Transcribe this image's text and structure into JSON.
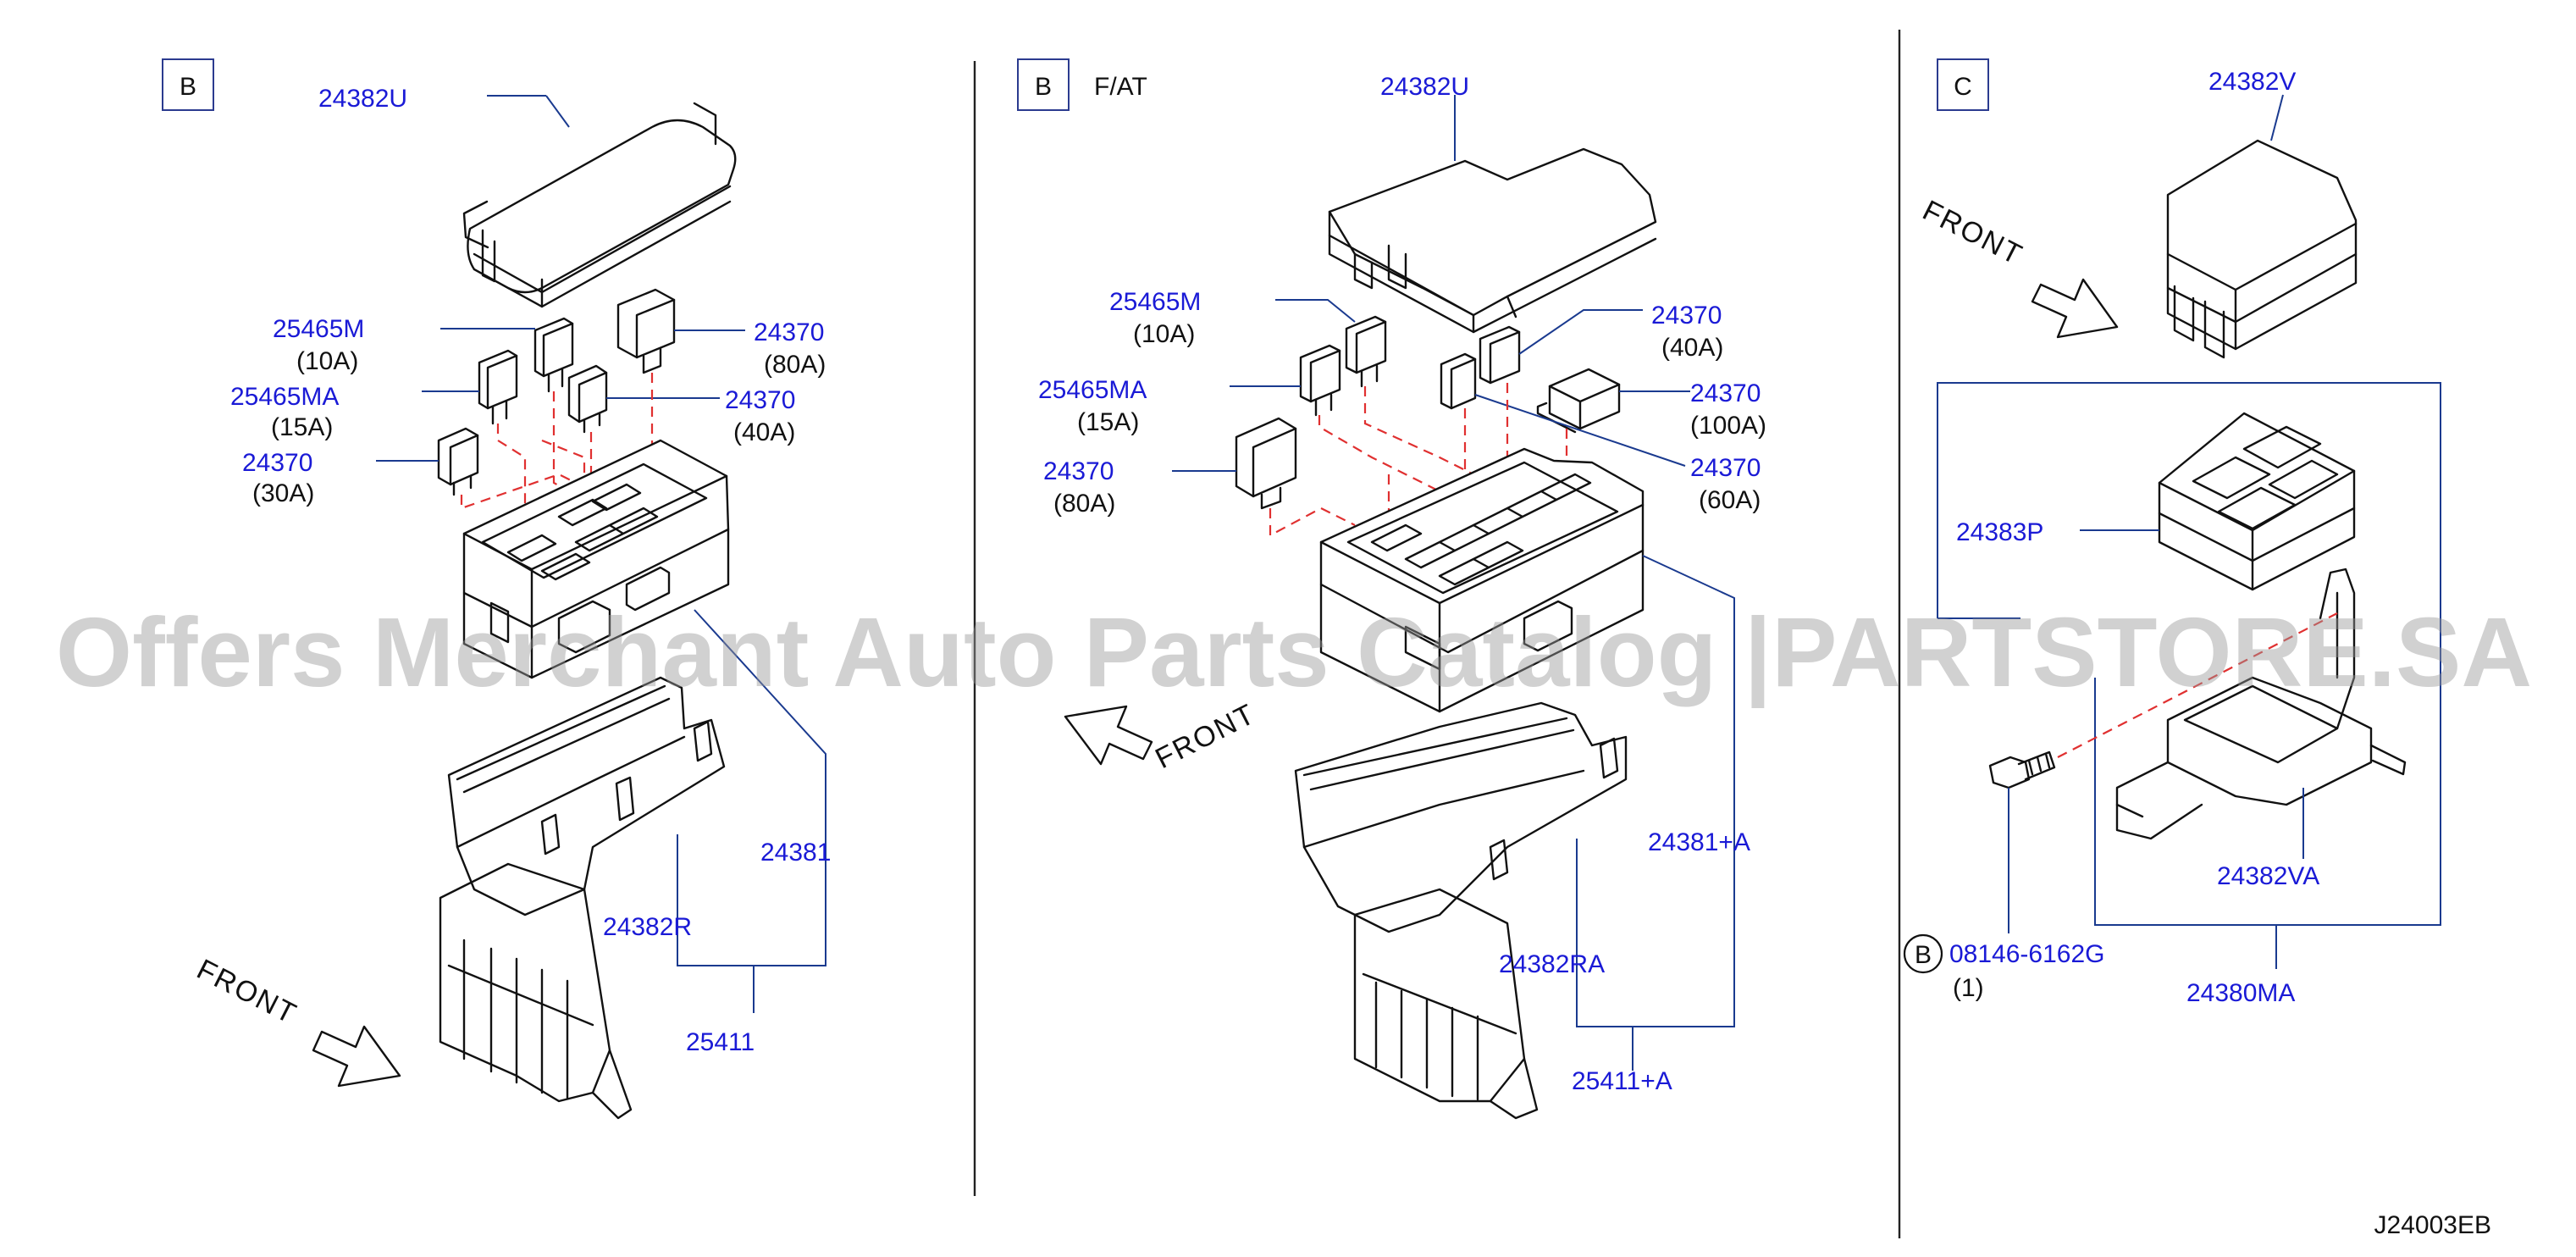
{
  "sections": {
    "left": {
      "tag": "B",
      "note": ""
    },
    "middle": {
      "tag": "B",
      "note": "F/AT"
    },
    "right": {
      "tag": "C",
      "note": ""
    }
  },
  "left_parts": {
    "cover": "24382U",
    "fuse_m": "25465M",
    "fuse_m_rating": "(10A)",
    "fuse_ma": "25465MA",
    "fuse_ma_rating": "(15A)",
    "fuse_30": "24370",
    "fuse_30_rating": "(30A)",
    "fuse_80": "24370",
    "fuse_80_rating": "(80A)",
    "fuse_40": "24370",
    "fuse_40_rating": "(40A)",
    "block": "24381",
    "lower_case": "24382R",
    "set": "25411"
  },
  "middle_parts": {
    "cover": "24382U",
    "fuse_m": "25465M",
    "fuse_m_rating": "(10A)",
    "fuse_ma": "25465MA",
    "fuse_ma_rating": "(15A)",
    "fuse_80": "24370",
    "fuse_80_rating": "(80A)",
    "fuse_40": "24370",
    "fuse_40_rating": "(40A)",
    "fuse_100": "24370",
    "fuse_100_rating": "(100A)",
    "fuse_60": "24370",
    "fuse_60_rating": "(60A)",
    "block": "24381+A",
    "lower_case": "24382RA",
    "set": "25411+A"
  },
  "right_parts": {
    "cover": "24382V",
    "holder": "24383P",
    "bracket": "24382VA",
    "bolt_mark": "B",
    "bolt": "08146-6162G",
    "bolt_qty": "(1)",
    "assembly": "24380MA"
  },
  "front_label": "FRONT",
  "watermark": "Offers Merchant Auto Parts Catalog |PARTSTORE.SA",
  "diagram_code": "J24003EB"
}
